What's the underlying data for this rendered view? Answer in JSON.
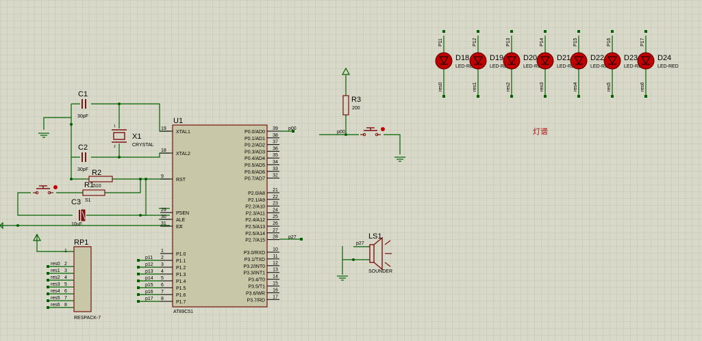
{
  "colors": {
    "background": "#d9d9c9",
    "grid": "#c2c2b0",
    "wire": "#006000",
    "component": "#7a1010",
    "chip_fill": "#c8c8a8",
    "pin_text": "#000000",
    "part_label": "#000000",
    "net_label": "#000000",
    "led_fill": "#c00000",
    "title_text": "#b01010"
  },
  "chip": {
    "ref": "U1",
    "part": "AT89C51",
    "left_pins": [
      {
        "num": "19",
        "name": "XTAL1"
      },
      {
        "num": "18",
        "name": "XTAL2"
      },
      {
        "num": "9",
        "name": "RST"
      },
      {
        "num": "29",
        "name": "PSEN"
      },
      {
        "num": "30",
        "name": "ALE"
      },
      {
        "num": "31",
        "name": "EA"
      },
      {
        "num": "1",
        "name": "P1.0"
      },
      {
        "num": "2",
        "name": "P1.1"
      },
      {
        "num": "3",
        "name": "P1.2"
      },
      {
        "num": "4",
        "name": "P1.3"
      },
      {
        "num": "5",
        "name": "P1.4"
      },
      {
        "num": "6",
        "name": "P1.5"
      },
      {
        "num": "7",
        "name": "P1.6"
      },
      {
        "num": "8",
        "name": "P1.7"
      }
    ],
    "right_pins": [
      {
        "num": "39",
        "name": "P0.0/AD0"
      },
      {
        "num": "38",
        "name": "P0.1/AD1"
      },
      {
        "num": "37",
        "name": "P0.2/AD2"
      },
      {
        "num": "36",
        "name": "P0.3/AD3"
      },
      {
        "num": "35",
        "name": "P0.4/AD4"
      },
      {
        "num": "34",
        "name": "P0.5/AD5"
      },
      {
        "num": "33",
        "name": "P0.6/AD6"
      },
      {
        "num": "32",
        "name": "P0.7/AD7"
      },
      {
        "num": "21",
        "name": "P2.0/A8"
      },
      {
        "num": "22",
        "name": "P2.1/A9"
      },
      {
        "num": "23",
        "name": "P2.2/A10"
      },
      {
        "num": "24",
        "name": "P2.3/A11"
      },
      {
        "num": "25",
        "name": "P2.4/A12"
      },
      {
        "num": "26",
        "name": "P2.5/A13"
      },
      {
        "num": "27",
        "name": "P2.6/A14"
      },
      {
        "num": "28",
        "name": "P2.7/A15"
      },
      {
        "num": "10",
        "name": "P3.0/RXD"
      },
      {
        "num": "11",
        "name": "P3.1/TXD"
      },
      {
        "num": "12",
        "name": "P3.2/INT0"
      },
      {
        "num": "13",
        "name": "P3.3/INT1"
      },
      {
        "num": "14",
        "name": "P3.4/T0"
      },
      {
        "num": "15",
        "name": "P3.5/T1"
      },
      {
        "num": "16",
        "name": "P3.6/WR"
      },
      {
        "num": "17",
        "name": "P3.7/RD"
      }
    ],
    "left_nets": [
      "p11",
      "p12",
      "p13",
      "p14",
      "p15",
      "p16",
      "p17"
    ],
    "right_net_p00": "p00",
    "right_net_p27": "p27"
  },
  "components": {
    "c1": {
      "ref": "C1",
      "value": "30pF"
    },
    "c2": {
      "ref": "C2",
      "value": "30pF"
    },
    "x1": {
      "ref": "X1",
      "value": "CRYSTAL"
    },
    "r2": {
      "ref": "R2",
      "value": "510"
    },
    "r1": {
      "ref": "R1",
      "value": ""
    },
    "s1": {
      "ref": "S1"
    },
    "c3": {
      "ref": "C3",
      "value": "10uF"
    },
    "r3": {
      "ref": "R3",
      "value": "200"
    },
    "ls1": {
      "ref": "LS1",
      "value": "SOUNDER",
      "net": "p27"
    },
    "switch_net": "p00",
    "rp1": {
      "ref": "RP1",
      "value": "RESPACK-7",
      "common_pin": "1",
      "pins": [
        {
          "net": "res0",
          "num": "2"
        },
        {
          "net": "res1",
          "num": "3"
        },
        {
          "net": "res2",
          "num": "4"
        },
        {
          "net": "res3",
          "num": "5"
        },
        {
          "net": "res4",
          "num": "6"
        },
        {
          "net": "res5",
          "num": "7"
        },
        {
          "net": "res6",
          "num": "8"
        }
      ]
    }
  },
  "leds": [
    {
      "ref": "D18",
      "value": "LED-RED",
      "top_net": "P11",
      "bottom_net": "res0"
    },
    {
      "ref": "D19",
      "value": "LED-RED",
      "top_net": "P12",
      "bottom_net": "res1"
    },
    {
      "ref": "D20",
      "value": "LED-RED",
      "top_net": "P13",
      "bottom_net": "res2"
    },
    {
      "ref": "D21",
      "value": "LED-RED",
      "top_net": "P14",
      "bottom_net": "res3"
    },
    {
      "ref": "D22",
      "value": "LED-RED",
      "top_net": "P15",
      "bottom_net": "res4"
    },
    {
      "ref": "D23",
      "value": "LED-RED",
      "top_net": "P16",
      "bottom_net": "res5"
    },
    {
      "ref": "D24",
      "value": "LED-RED",
      "top_net": "P17",
      "bottom_net": "res6"
    }
  ],
  "annotation": {
    "text": "灯谱"
  },
  "icons": [
    "ground-icon",
    "power-terminal-icon",
    "led-icon",
    "pushbutton-icon",
    "sounder-icon",
    "crystal-icon",
    "capacitor-icon",
    "resistor-icon"
  ]
}
